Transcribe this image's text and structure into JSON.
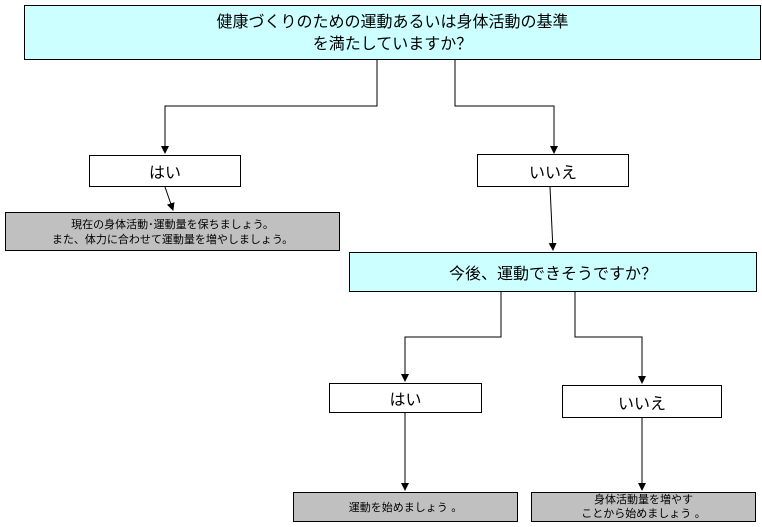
{
  "flowchart": {
    "q1": {
      "text": "健康づくりのための運動あるいは身体活動の基準\nを満たしていますか？"
    },
    "q1_yes": {
      "text": "はい"
    },
    "q1_no": {
      "text": "いいえ"
    },
    "result1": {
      "text": "現在の身体活動･運動量を保ちましょう。\nまた、体力に合わせて運動量を増やしましょう。"
    },
    "q2": {
      "text": "今後、運動できそうですか？"
    },
    "q2_yes": {
      "text": "はい"
    },
    "q2_no": {
      "text": "いいえ"
    },
    "result2": {
      "text": "運動を始めましょう 。"
    },
    "result3": {
      "text": "身体活動量を増やす\nことから始めましょう 。"
    },
    "colors": {
      "question_fill": "#ccffff",
      "result_fill": "#c0c0c0",
      "answer_fill": "#ffffff",
      "line": "#000000"
    }
  }
}
